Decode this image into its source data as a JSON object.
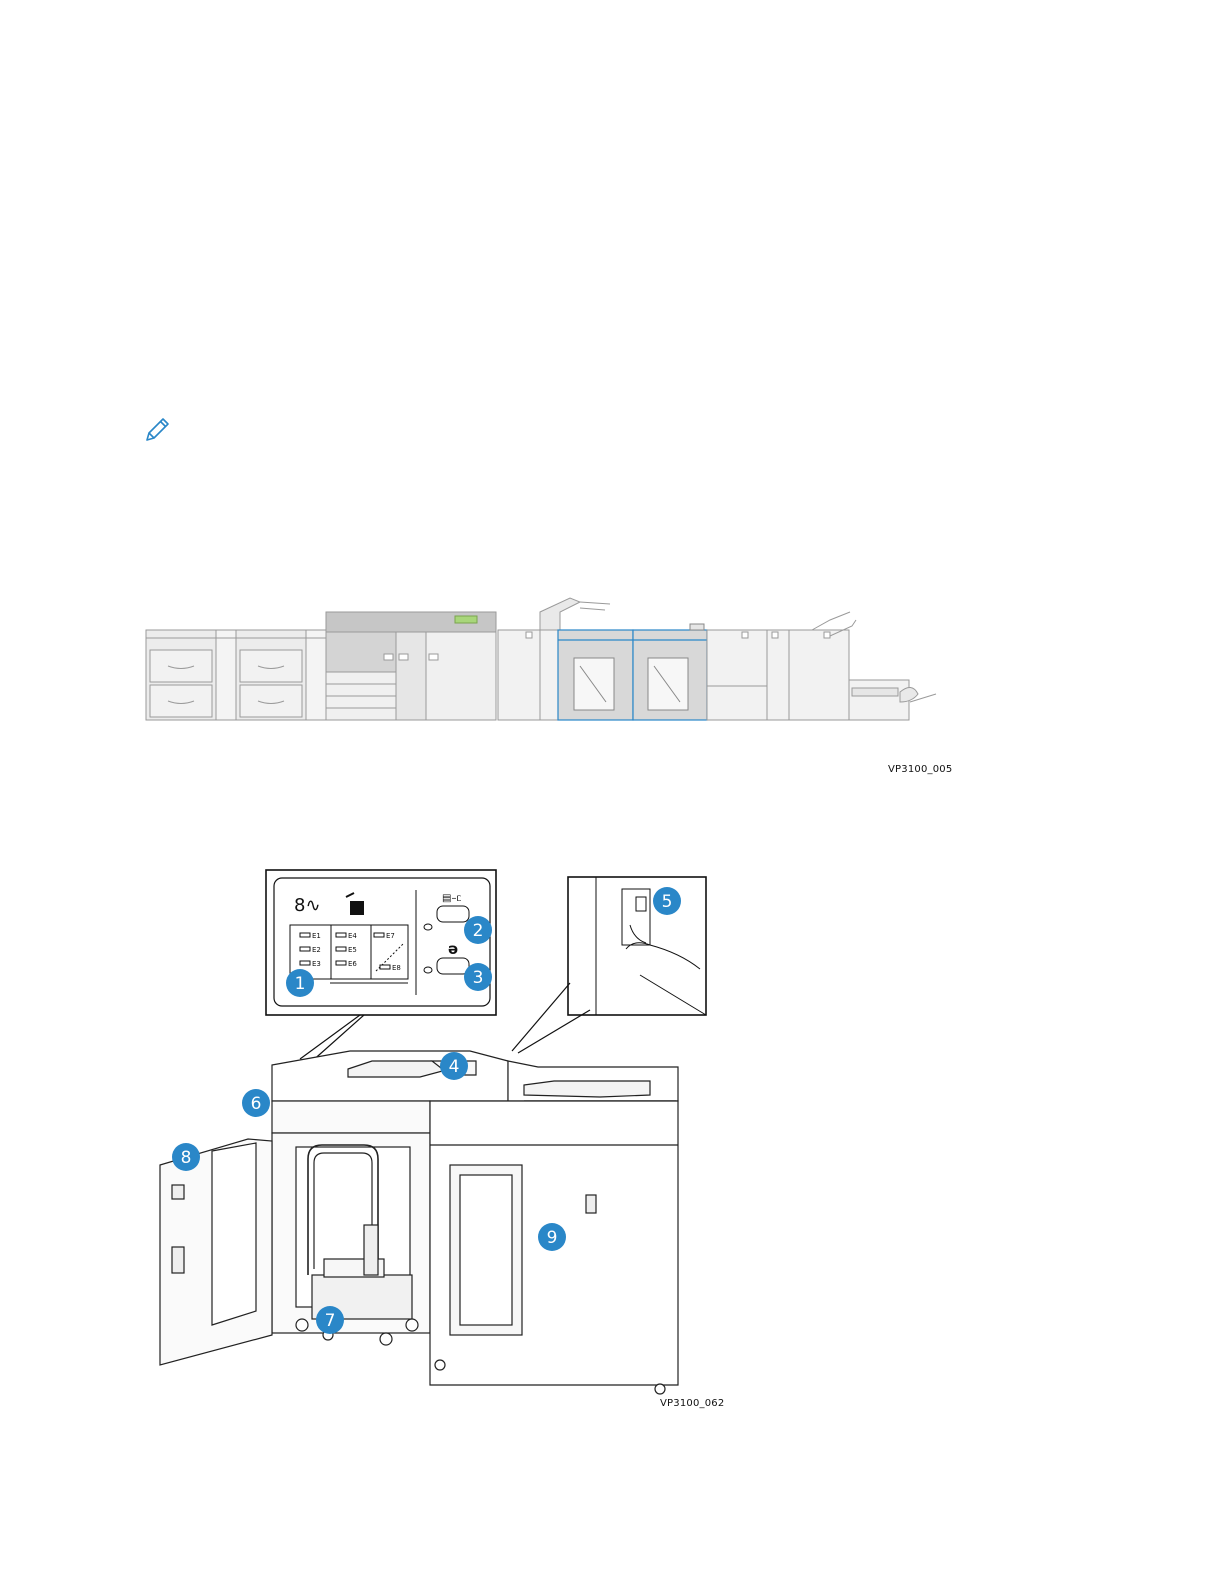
{
  "note_icon": "pencil-icon",
  "figures": {
    "system_overview": {
      "caption_id": "VP3100_005",
      "highlight_color": "#2a87c8"
    },
    "stacker_detail": {
      "caption_id": "VP3100_062",
      "badge_color": "#2a87c8",
      "callouts": [
        "1",
        "2",
        "3",
        "4",
        "5",
        "6",
        "7",
        "8",
        "9"
      ],
      "panel_labels": [
        "E1",
        "E2",
        "E3",
        "E4",
        "E5",
        "E6",
        "E7",
        "E8"
      ]
    }
  }
}
